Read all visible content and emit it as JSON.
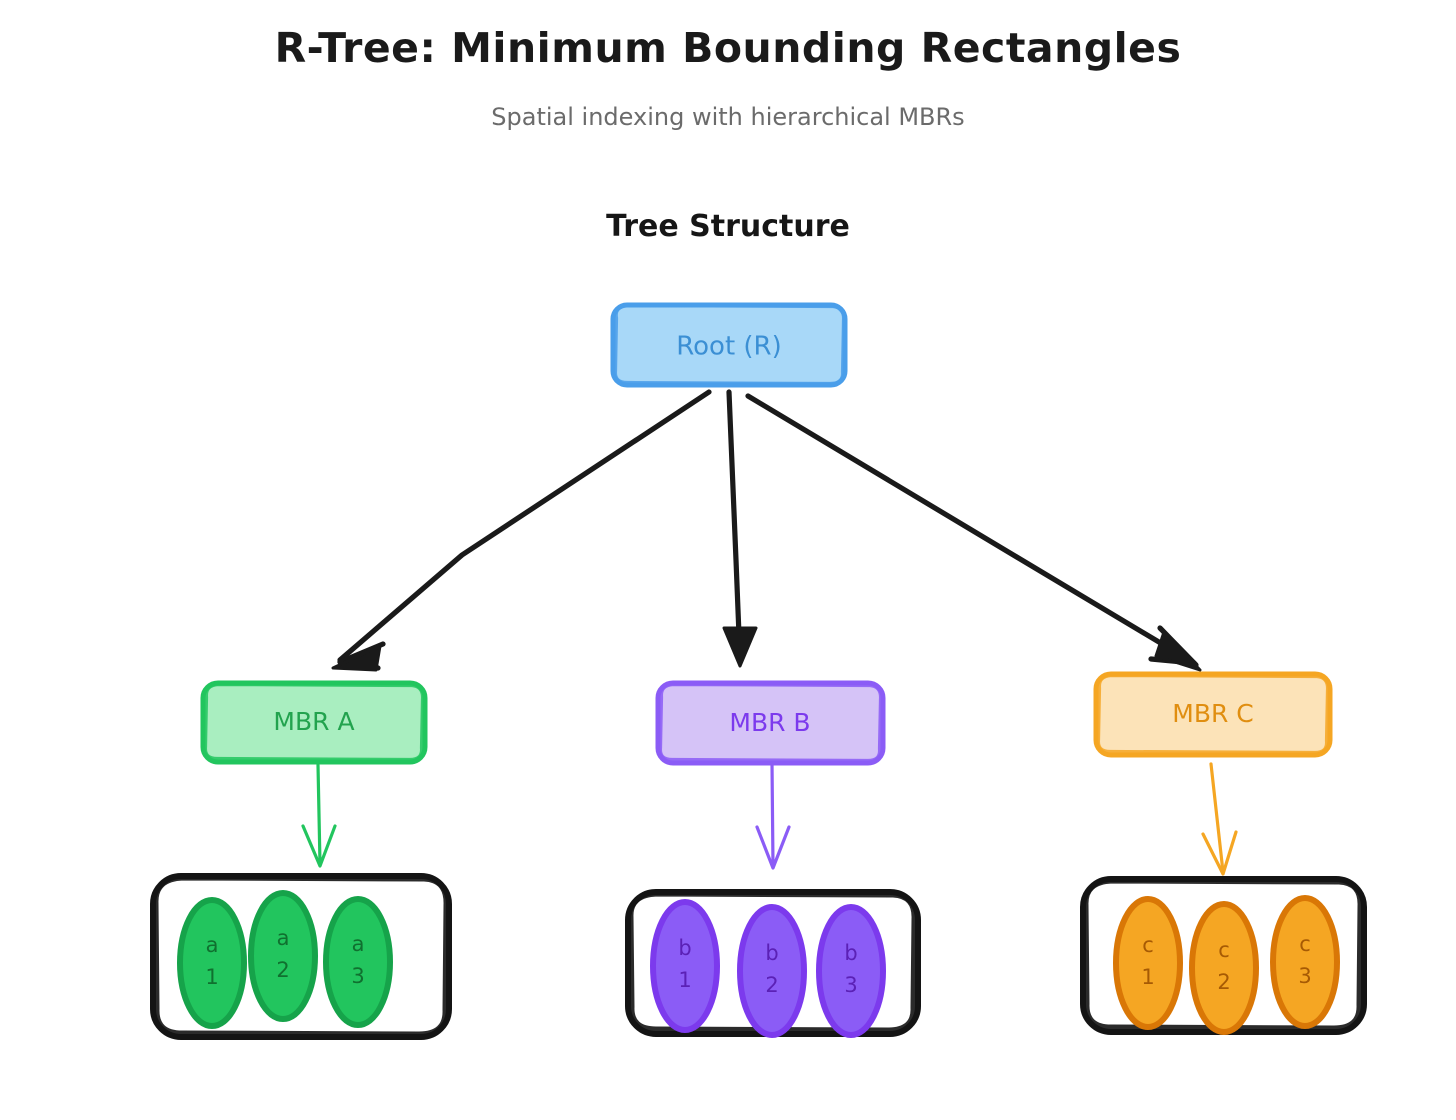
{
  "header": {
    "title": "R-Tree: Minimum Bounding Rectangles",
    "subtitle": "Spatial indexing with hierarchical MBRs"
  },
  "section": {
    "heading": "Tree Structure"
  },
  "colors": {
    "background": "#ffffff",
    "title_color": "#1a1a1a",
    "subtitle_color": "#6b6b6b",
    "edge_color": "#1a1a1a",
    "root_fill": "#a8d8f8",
    "root_stroke": "#4a9eea",
    "root_text": "#3b8fd4",
    "mbr_a_fill": "#a9eec0",
    "mbr_a_stroke": "#22c55e",
    "mbr_a_text": "#22a34e",
    "mbr_b_fill": "#d5c3f7",
    "mbr_b_stroke": "#8b5cf6",
    "mbr_b_text": "#7c3aed",
    "mbr_c_fill": "#fce3b8",
    "mbr_c_stroke": "#f5a623",
    "mbr_c_text": "#e08e10",
    "leaf_container_stroke": "#141414",
    "leaf_a_fill": "#22c55e",
    "leaf_a_stroke": "#16a34a",
    "leaf_a_text": "#10702f",
    "leaf_b_fill": "#8b5cf6",
    "leaf_b_stroke": "#7c3aed",
    "leaf_b_text": "#5b21b6",
    "leaf_c_fill": "#f5a623",
    "leaf_c_stroke": "#d97706",
    "leaf_c_text": "#a65a04"
  },
  "root": {
    "label": "Root (R)"
  },
  "mbrs": [
    {
      "id": "a",
      "label": "MBR A"
    },
    {
      "id": "b",
      "label": "MBR B"
    },
    {
      "id": "c",
      "label": "MBR C"
    }
  ],
  "leaf_groups": [
    {
      "id": "a",
      "entries": [
        {
          "letter": "a",
          "index": "1"
        },
        {
          "letter": "a",
          "index": "2"
        },
        {
          "letter": "a",
          "index": "3"
        }
      ]
    },
    {
      "id": "b",
      "entries": [
        {
          "letter": "b",
          "index": "1"
        },
        {
          "letter": "b",
          "index": "2"
        },
        {
          "letter": "b",
          "index": "3"
        }
      ]
    },
    {
      "id": "c",
      "entries": [
        {
          "letter": "c",
          "index": "1"
        },
        {
          "letter": "c",
          "index": "2"
        },
        {
          "letter": "c",
          "index": "3"
        }
      ]
    }
  ]
}
